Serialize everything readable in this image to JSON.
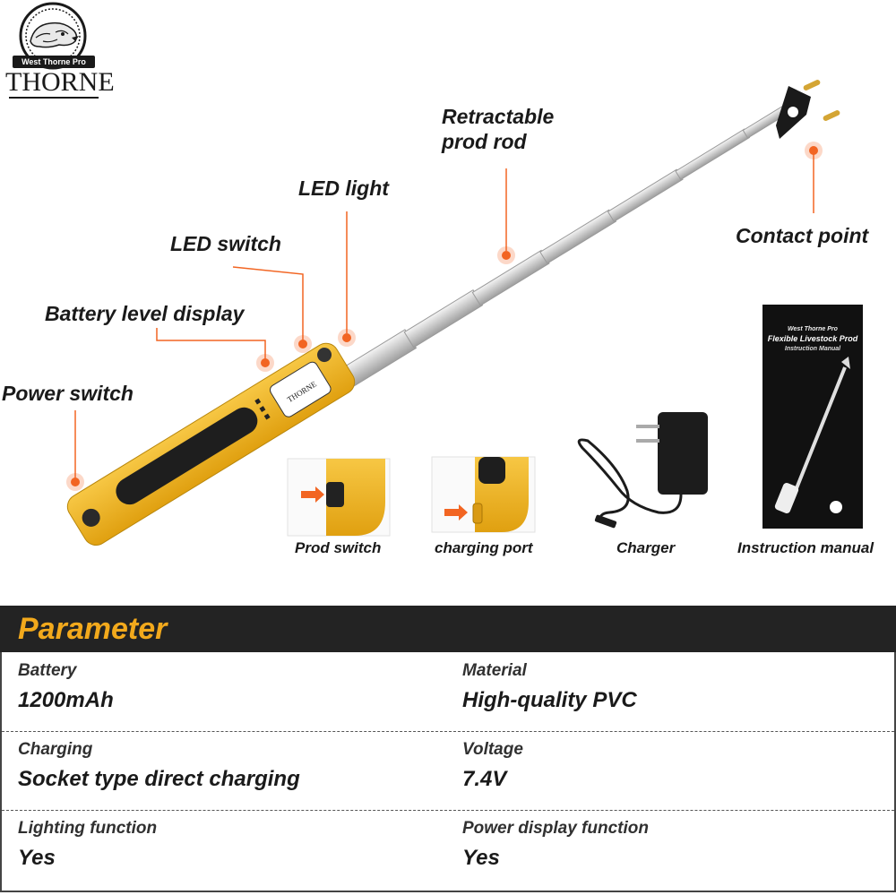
{
  "brand": {
    "badge_text": "West Thorne Pro",
    "wordmark": "THORNE"
  },
  "callouts": {
    "retractable_prod_rod": "Retractable prod rod",
    "led_light": "LED light",
    "led_switch": "LED switch",
    "battery_level_display": "Battery level display",
    "power_switch": "Power switch",
    "contact_point": "Contact point"
  },
  "accessories": [
    {
      "caption": "Prod switch",
      "icon": "prod-switch-closeup"
    },
    {
      "caption": "charging port",
      "icon": "charging-port-closeup"
    },
    {
      "caption": "Charger",
      "icon": "charger-adapter"
    },
    {
      "caption": "Instruction manual",
      "icon": "manual-booklet"
    }
  ],
  "manual": {
    "brand": "West Thorne Pro",
    "title": "Flexible Livestock Prod",
    "subtitle": "Instruction Manual"
  },
  "parameters": {
    "title": "Parameter",
    "rows": [
      [
        {
          "label": "Battery",
          "value": "1200mAh"
        },
        {
          "label": "Material",
          "value": "High-quality PVC"
        }
      ],
      [
        {
          "label": "Charging",
          "value": "Socket type direct charging"
        },
        {
          "label": "Voltage",
          "value": "7.4V"
        }
      ],
      [
        {
          "label": "Lighting function",
          "value": "Yes"
        },
        {
          "label": "Power display function",
          "value": "Yes"
        }
      ]
    ]
  },
  "colors": {
    "accent_orange": "#f26522",
    "handle_yellow": "#f2b21b",
    "param_title": "#f2a91c",
    "header_bg": "#232323"
  }
}
